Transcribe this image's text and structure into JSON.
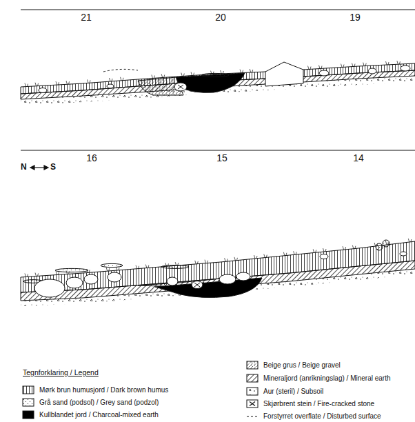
{
  "diagram": {
    "labels": [
      "21",
      "20",
      "19",
      "16",
      "15",
      "14",
      "N",
      "S",
      "Tegnforklaring / Legend"
    ],
    "legend": [
      {
        "text": "Mørk brun humusjord / Dark brown humus"
      },
      {
        "text": "Grå sand (podsol) / Grey sand (podzol)"
      },
      {
        "text": "Kullblandet jord / Charcoal-mixed earth"
      },
      {
        "text": "Beige grus / Beige gravel"
      },
      {
        "text": "Mineraljord (anrikningslag) / Mineral earth"
      },
      {
        "text": "Aur (steril) / Subsoil"
      },
      {
        "text": "Skjørbrent stein / Fire-cracked stone"
      },
      {
        "text": "Forstyrret overflate / Disturbed surface"
      }
    ]
  }
}
